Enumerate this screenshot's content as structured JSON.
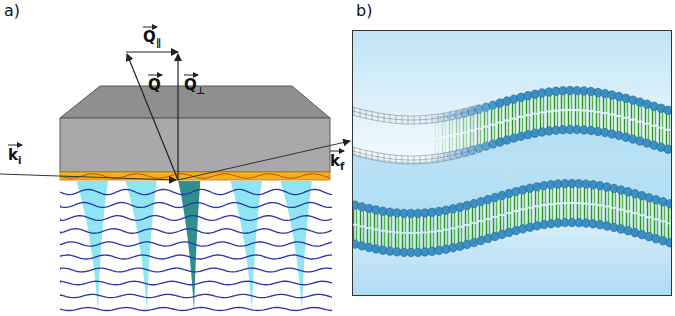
{
  "diagram": {
    "labels": [
      "a)",
      "b)",
      "Q",
      "∥",
      "Q",
      "Q",
      "⊥",
      "k",
      "i",
      "k",
      "f"
    ]
  }
}
